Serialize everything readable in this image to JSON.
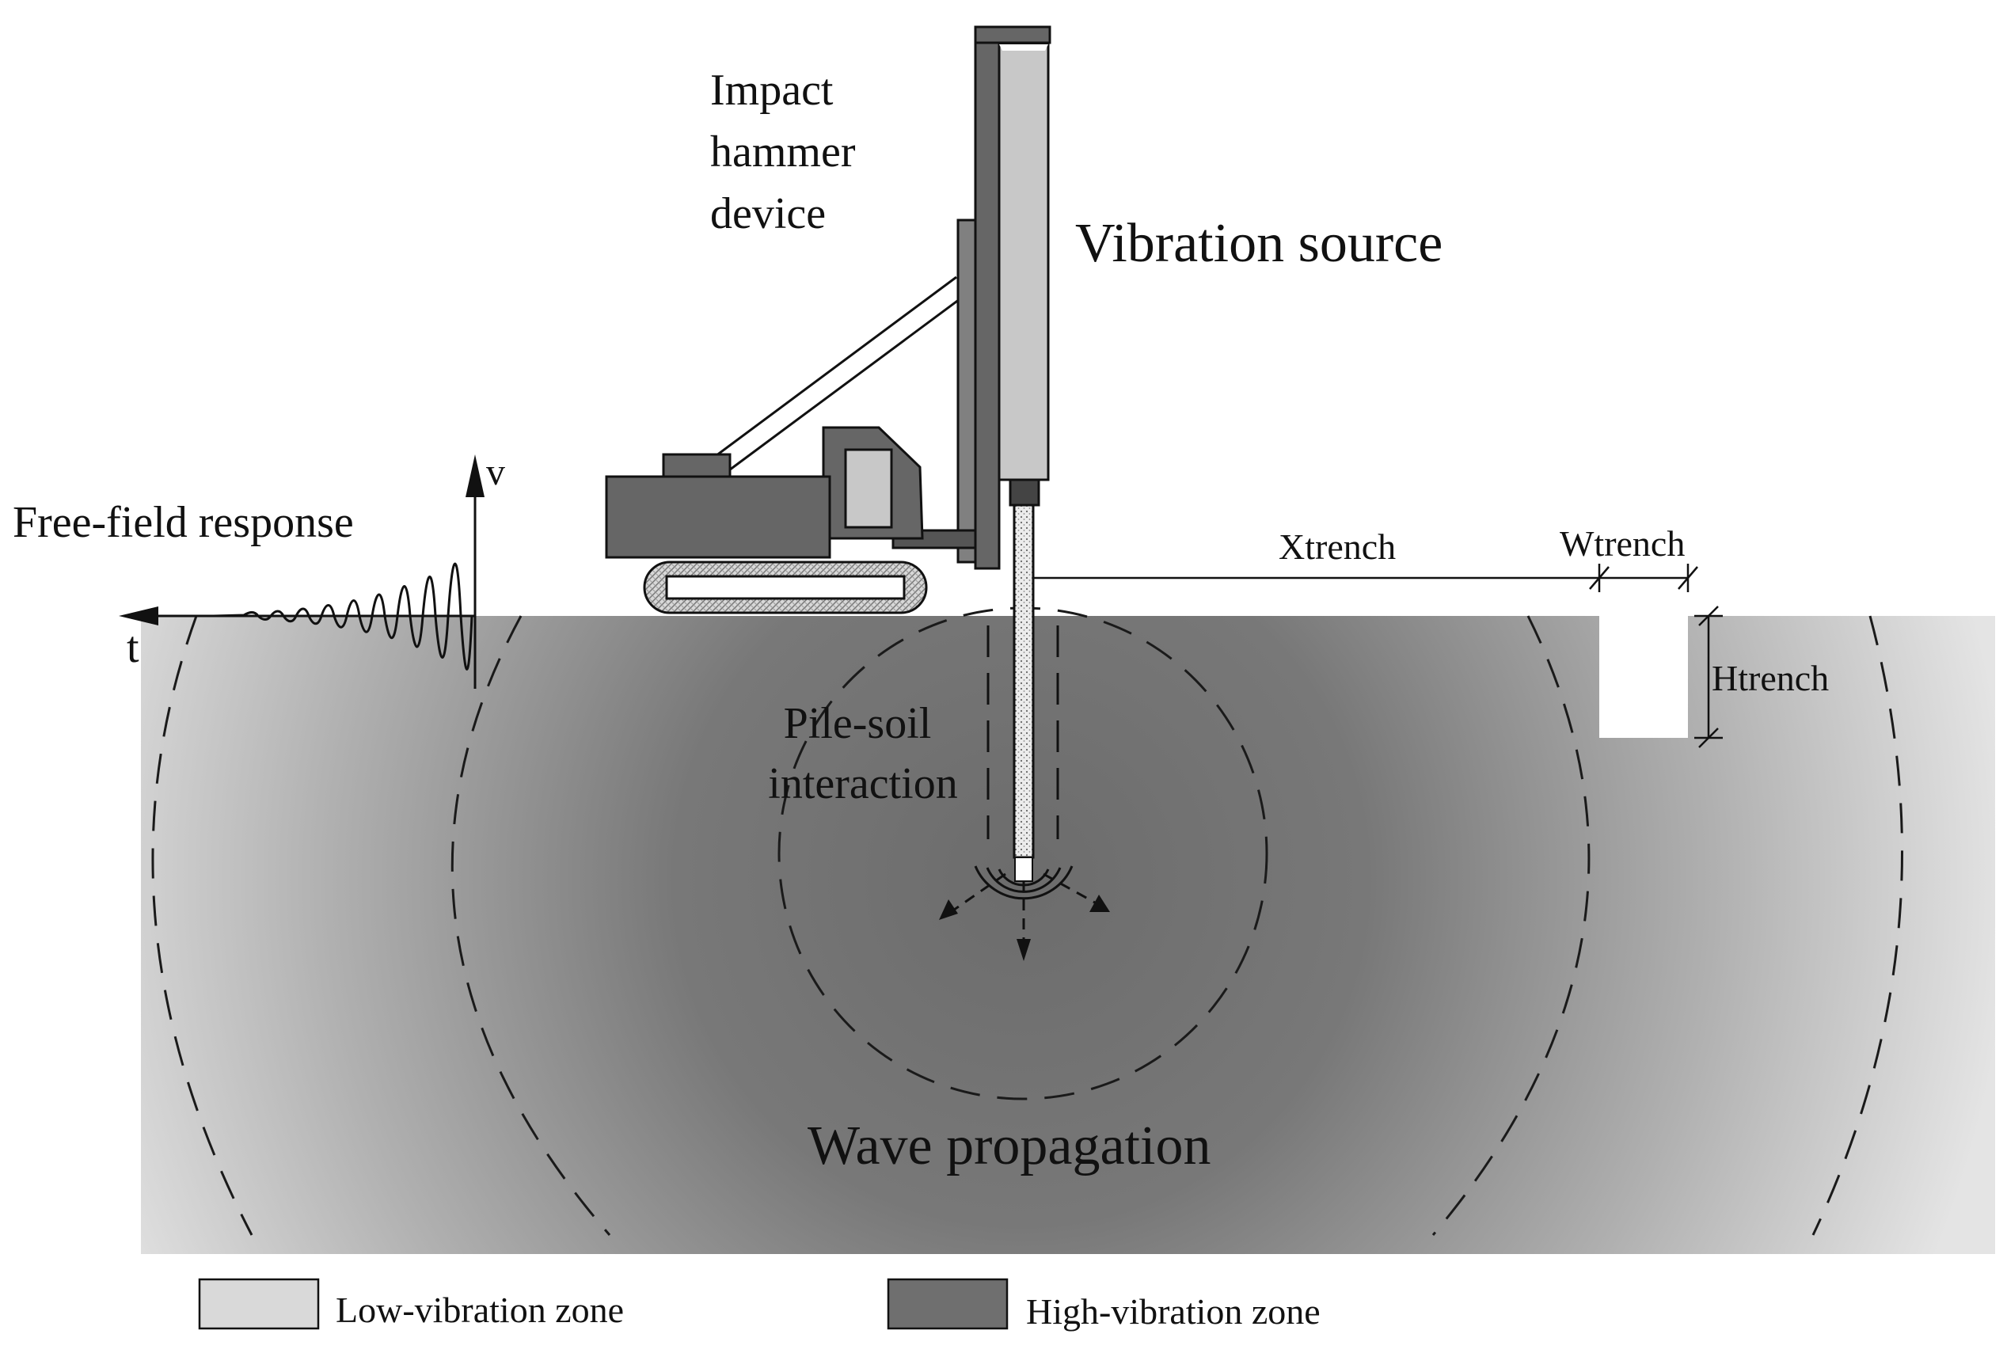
{
  "labels": {
    "impact_hammer_line1": "Impact",
    "impact_hammer_line2": "hammer",
    "impact_hammer_line3": "device",
    "vibration_source": "Vibration source",
    "free_field_response": "Free-field response",
    "axis_v": "v",
    "axis_t": "t",
    "pile_soil_line1": "Pile-soil",
    "pile_soil_line2": "interaction",
    "wave_propagation": "Wave propagation",
    "xtrench": "Xtrench",
    "wtrench": "Wtrench",
    "htrench": "Htrench"
  },
  "legend": [
    {
      "label": "Low-vibration zone",
      "color": "#d9d9d9"
    },
    {
      "label": "High-vibration zone",
      "color": "#6f6f6f"
    }
  ],
  "colors": {
    "soil_high": "#707070",
    "soil_low": "#e0e0e0",
    "machine_dark": "#666666",
    "machine_light": "#c8c8c8",
    "lines": "#111111"
  }
}
